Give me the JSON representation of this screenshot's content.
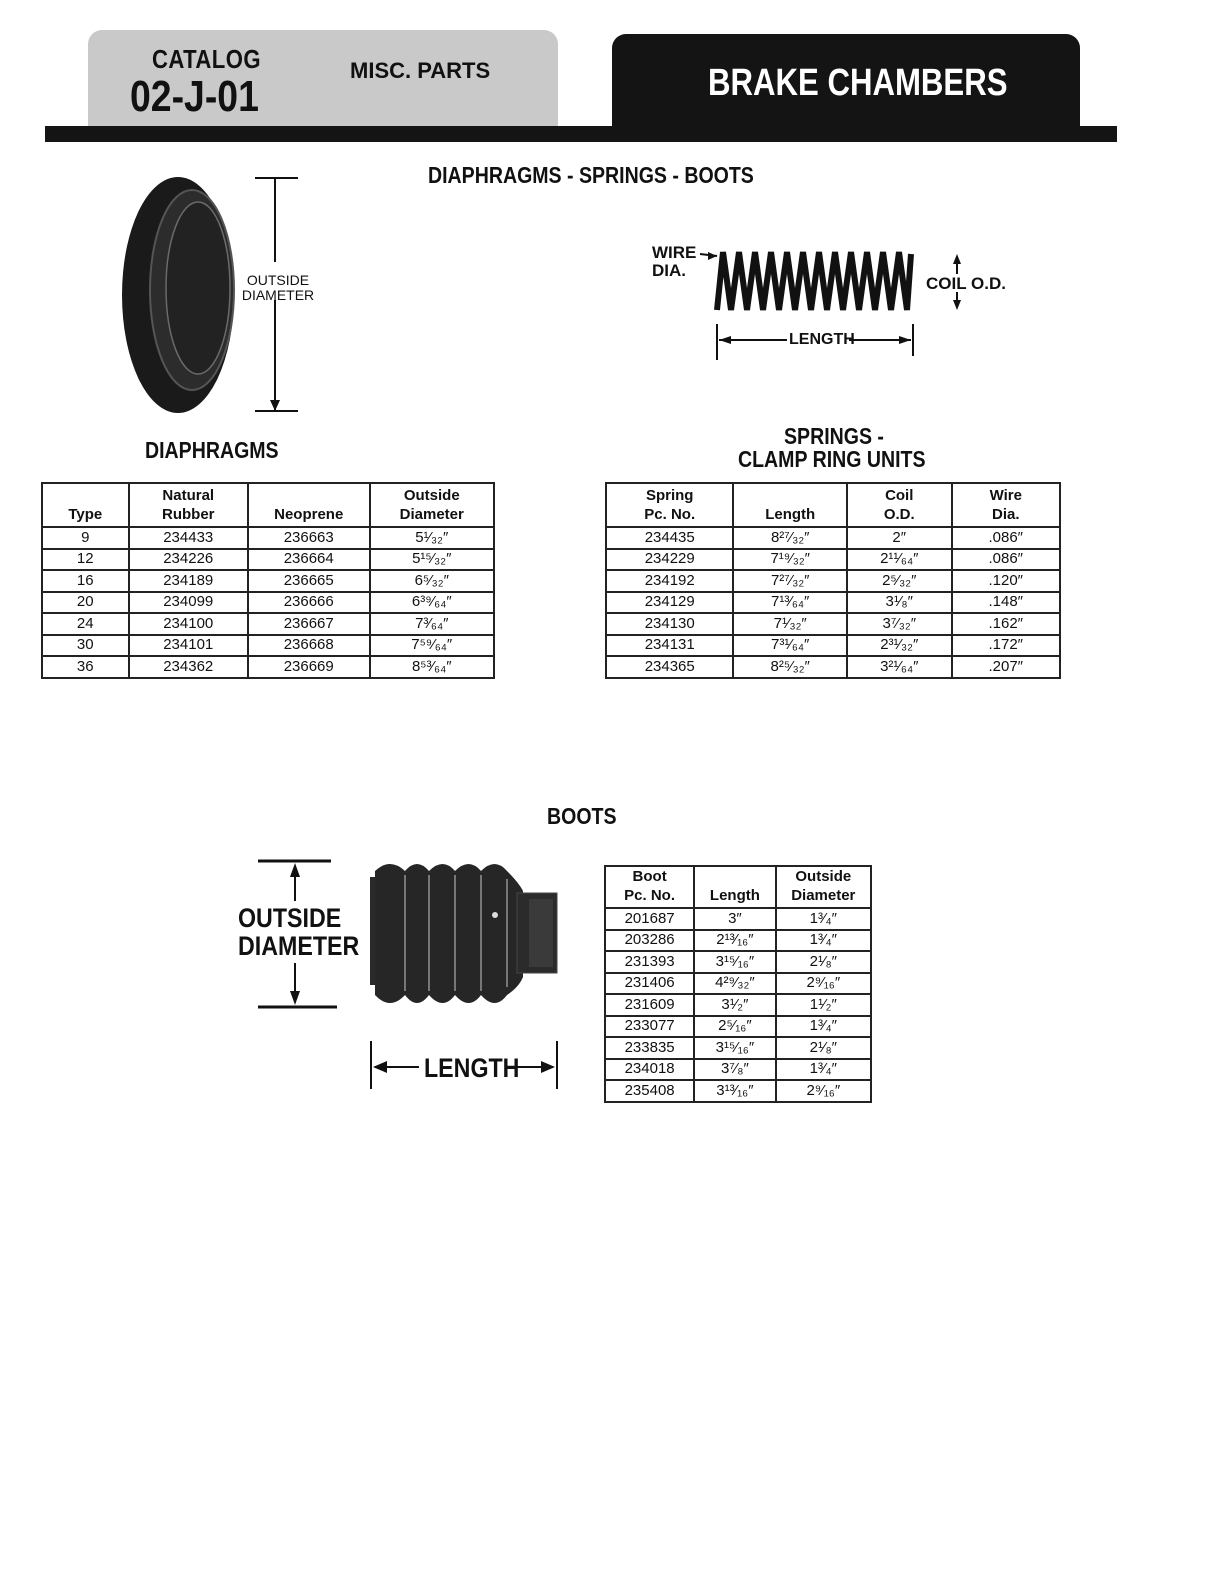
{
  "header": {
    "catalog_label": "CATALOG",
    "catalog_number": "02-J-01",
    "section": "MISC. PARTS",
    "title": "BRAKE CHAMBERS"
  },
  "page_title": "DIAPHRAGMS - SPRINGS - BOOTS",
  "diaphragm_figure": {
    "label": "OUTSIDE\nDIAMETER"
  },
  "spring_figure": {
    "wire_label": "WIRE",
    "dia_label": "DIA.",
    "coil_label": "COIL O.D.",
    "length_label": "LENGTH"
  },
  "diaphragms": {
    "title": "DIAPHRAGMS",
    "headers": [
      "Type",
      "Natural Rubber",
      "Neoprene",
      "Outside Diameter"
    ],
    "rows": [
      [
        "9",
        "234433",
        "236663",
        "5¹⁄₃₂″"
      ],
      [
        "12",
        "234226",
        "236664",
        "5¹⁵⁄₃₂″"
      ],
      [
        "16",
        "234189",
        "236665",
        "6⁵⁄₃₂″"
      ],
      [
        "20",
        "234099",
        "236666",
        "6³⁹⁄₆₄″"
      ],
      [
        "24",
        "234100",
        "236667",
        "7³⁄₆₄″"
      ],
      [
        "30",
        "234101",
        "236668",
        "7⁵⁹⁄₆₄″"
      ],
      [
        "36",
        "234362",
        "236669",
        "8⁵³⁄₆₄″"
      ]
    ]
  },
  "springs": {
    "title_line1": "SPRINGS -",
    "title_line2": "CLAMP RING UNITS",
    "headers": [
      "Spring Pc. No.",
      "Length",
      "Coil O.D.",
      "Wire Dia."
    ],
    "rows": [
      [
        "234435",
        "8²⁷⁄₃₂″",
        "2″",
        ".086″"
      ],
      [
        "234229",
        "7¹⁹⁄₃₂″",
        "2¹¹⁄₆₄″",
        ".086″"
      ],
      [
        "234192",
        "7²⁷⁄₃₂″",
        "2⁵⁄₃₂″",
        ".120″"
      ],
      [
        "234129",
        "7¹³⁄₆₄″",
        "3¹⁄₈″",
        ".148″"
      ],
      [
        "234130",
        "7¹⁄₃₂″",
        "3⁷⁄₃₂″",
        ".162″"
      ],
      [
        "234131",
        "7³¹⁄₆₄″",
        "2³¹⁄₃₂″",
        ".172″"
      ],
      [
        "234365",
        "8²⁵⁄₃₂″",
        "3²¹⁄₆₄″",
        ".207″"
      ]
    ]
  },
  "boots": {
    "title": "BOOTS",
    "od_label_1": "OUTSIDE",
    "od_label_2": "DIAMETER",
    "length_label": "LENGTH",
    "headers": [
      "Boot Pc. No.",
      "Length",
      "Outside Diameter"
    ],
    "rows": [
      [
        "201687",
        "3″",
        "1³⁄₄″"
      ],
      [
        "203286",
        "2¹³⁄₁₆″",
        "1³⁄₄″"
      ],
      [
        "231393",
        "3¹⁵⁄₁₆″",
        "2¹⁄₈″"
      ],
      [
        "231406",
        "4²⁹⁄₃₂″",
        "2⁹⁄₁₆″"
      ],
      [
        "231609",
        "3¹⁄₂″",
        "1¹⁄₂″"
      ],
      [
        "233077",
        "2⁵⁄₁₆″",
        "1³⁄₄″"
      ],
      [
        "233835",
        "3¹⁵⁄₁₆″",
        "2¹⁄₈″"
      ],
      [
        "234018",
        "3⁷⁄₈″",
        "1³⁄₄″"
      ],
      [
        "235408",
        "3¹³⁄₁₆″",
        "2⁹⁄₁₆″"
      ]
    ]
  }
}
